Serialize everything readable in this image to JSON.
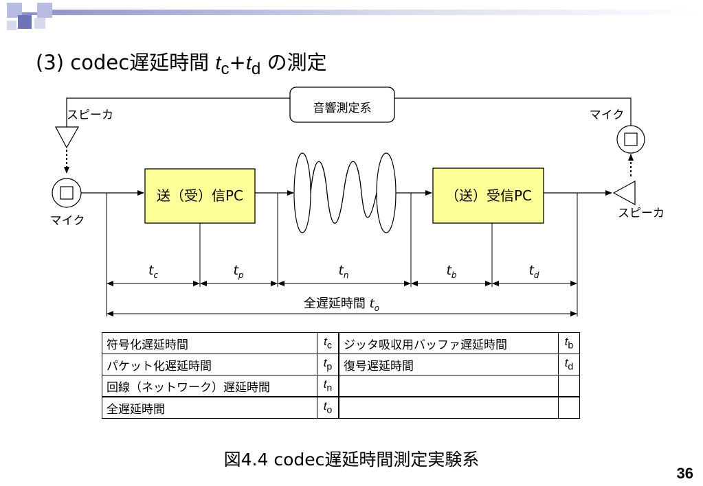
{
  "slide": {
    "title_prefix": "(3) codec遅延時間 ",
    "title_t1": "t",
    "title_sub1": "c",
    "title_plus": "+",
    "title_t2": "t",
    "title_sub2": "d",
    "title_suffix": " の測定",
    "page_number": "36",
    "caption": "図4.4 codec遅延時間測定実験系"
  },
  "diagram": {
    "system_box": "音響測定系",
    "speaker_left": "スピーカ",
    "mic_left": "マイク",
    "mic_right": "マイク",
    "speaker_right": "スピーカ",
    "pc_left": "送（受）信PC",
    "pc_right": "（送）受信PC",
    "fill_color": "#ffff99",
    "intervals": [
      {
        "t": "t",
        "sub": "c"
      },
      {
        "t": "t",
        "sub": "p"
      },
      {
        "t": "t",
        "sub": "n"
      },
      {
        "t": "t",
        "sub": "b"
      },
      {
        "t": "t",
        "sub": "d"
      }
    ],
    "total_label": "全遅延時間 ",
    "total_t": "t",
    "total_sub": "o"
  },
  "table": {
    "rows": [
      {
        "label1": "符号化遅延時間",
        "sym1": "t",
        "sub1": "c",
        "label2": "ジッタ吸収用バッファ遅延時間",
        "sym2": "t",
        "sub2": "b"
      },
      {
        "label1": "パケット化遅延時間",
        "sym1": "t",
        "sub1": "p",
        "label2": "復号遅延時間",
        "sym2": "t",
        "sub2": "d"
      },
      {
        "label1": "回線（ネットワーク）遅延時間",
        "sym1": "t",
        "sub1": "n",
        "label2": "",
        "sym2": "",
        "sub2": ""
      },
      {
        "label1": "全遅延時間",
        "sym1": "t",
        "sub1": "o",
        "label2": "",
        "sym2": "",
        "sub2": ""
      }
    ]
  }
}
